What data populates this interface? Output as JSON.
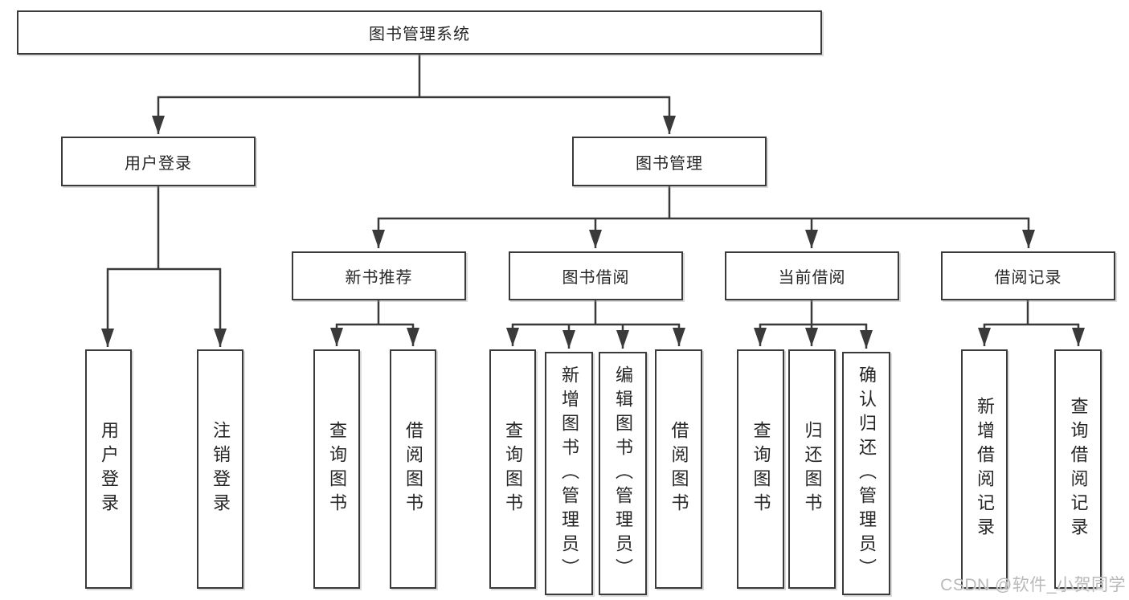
{
  "diagram": {
    "title": "图书管理系统",
    "root_label": "图书管理系统",
    "level2": [
      {
        "label": "用户登录"
      },
      {
        "label": "图书管理"
      }
    ],
    "level3": [
      {
        "label": "新书推荐"
      },
      {
        "label": "图书借阅"
      },
      {
        "label": "当前借阅"
      },
      {
        "label": "借阅记录"
      }
    ],
    "leaves": {
      "user_login": [
        "用户登录",
        "注销登录"
      ],
      "new_book": [
        "查询图书",
        "借阅图书"
      ],
      "book_borrow": [
        "查询图书",
        "新增图书（管理员）",
        "编辑图书（管理员）",
        "借阅图书"
      ],
      "current_borrow": [
        "查询图书",
        "归还图书",
        "确认归还（管理员）"
      ],
      "borrow_records": [
        "新增借阅记录",
        "查询借阅记录"
      ]
    }
  },
  "watermark": {
    "text": "CSDN @软件_小贺同学"
  },
  "colors": {
    "line": "#3a3a3a",
    "text": "#262626",
    "box_background": "#ffffff",
    "page_background": "#ffffff",
    "watermark": "#b9b9b9"
  }
}
